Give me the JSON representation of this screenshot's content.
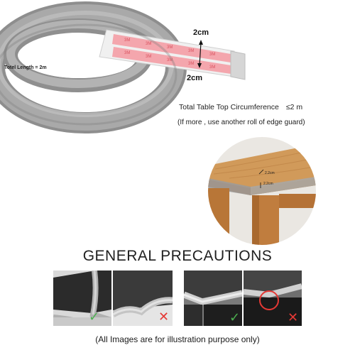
{
  "product": {
    "width_label_top": "2cm",
    "width_label_bottom": "2cm",
    "total_length_label": "Totel Length = 2m"
  },
  "circumference": {
    "line1": "Total Table Top Circumference",
    "line1_symbol": "≤2 m",
    "line2": "(If more , use another roll of edge guard)"
  },
  "table_photo": {
    "dim_top": "2.2cm",
    "dim_side": "2.2cm"
  },
  "precautions": {
    "heading": "GENERAL PRECAUTIONS",
    "images": [
      {
        "mark": "✓",
        "status": "correct"
      },
      {
        "mark": "✕",
        "status": "wrong"
      },
      {
        "mark": "✓",
        "status": "correct"
      },
      {
        "mark": "✕",
        "status": "wrong"
      }
    ],
    "footnote": "(All Images are for illustration purpose only)"
  },
  "colors": {
    "guard_gray": "#9a9a9a",
    "tape_pink": "#f4a6ad",
    "wood": "#c98a46",
    "check_green": "#4caf50",
    "cross_red": "#e53935"
  }
}
